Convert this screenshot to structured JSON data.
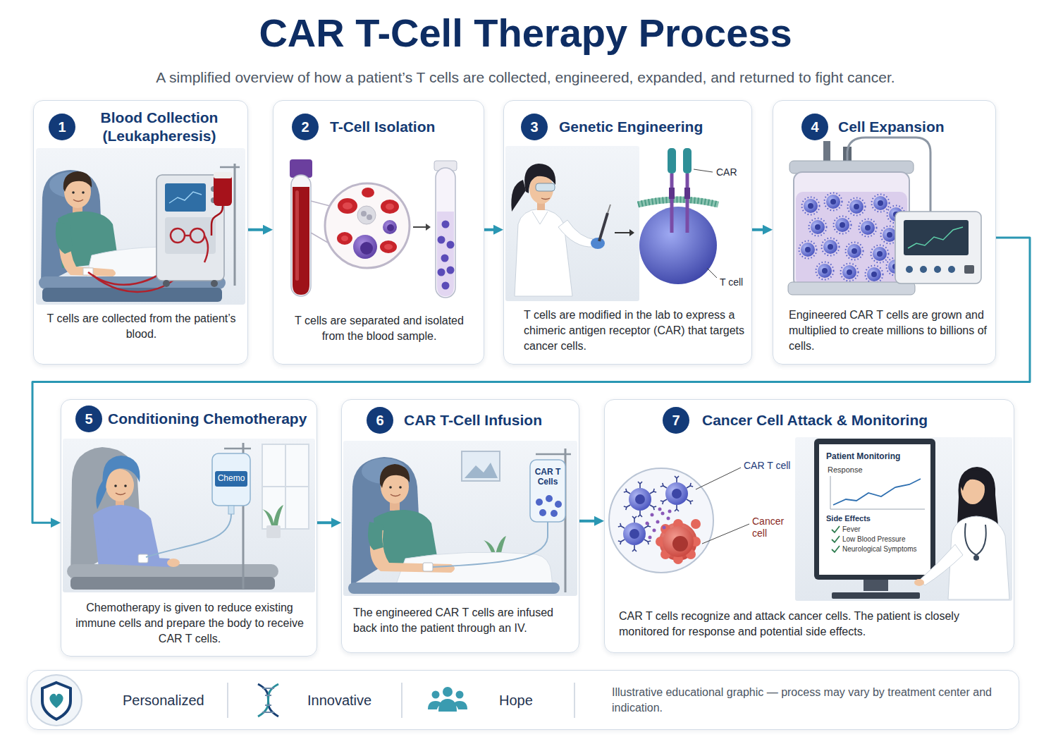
{
  "diagram": {
    "title": "CAR T-Cell Therapy Process",
    "caption": "A simplified overview of how a patient’s T cells are collected, engineered, expanded, and returned to fight cancer.",
    "nodes": [
      {
        "text": [
          "Blood Collection (Leukapheresis)",
          "T cells are collected from the patient’s blood."
        ]
      },
      {
        "text": [
          "1"
        ],
        "in": 0
      },
      {
        "text": [
          "T-Cell Isolation",
          "T cells are separated and isolated from the blood sample."
        ]
      },
      {
        "text": [
          "2"
        ],
        "in": 2
      },
      {
        "text": [
          "Genetic Engineering",
          "T cells are modified in the lab to express a chimeric antigen receptor (CAR) that targets cancer cells."
        ]
      },
      {
        "text": [
          "3"
        ],
        "in": 4
      },
      {
        "text": [
          "Cell Expansion",
          "Engineered CAR T cells are grown and multiplied to create millions to billions of cells."
        ]
      },
      {
        "text": [
          "4"
        ],
        "in": 6
      },
      {
        "text": [
          "Conditioning Chemotherapy",
          "Chemotherapy is given to reduce existing immune cells and prepare the body to receive CAR T cells."
        ]
      },
      {
        "text": [
          "5"
        ],
        "in": 8
      },
      {
        "text": [
          "CAR T-Cell Infusion",
          "The engineered CAR T cells are infused back into the patient through an IV."
        ]
      },
      {
        "text": [
          "6"
        ],
        "in": 10
      },
      {
        "text": [
          "Cancer Cell Attack & Monitoring",
          "CAR T cells recognize and attack cancer cells. The patient is closely monitored for response and potential side effects."
        ]
      },
      {
        "text": [
          "7"
        ],
        "in": 12
      },
      {
        "text": [
          "Personalized",
          "Innovative",
          "Hope",
          "Illustrative educational graphic — process may vary by treatment center and indication."
        ]
      }
    ],
    "edges": [
      {
        "from": 0,
        "to": 2,
        "arrow": "to"
      },
      {
        "from": 2,
        "to": 4,
        "arrow": "to"
      },
      {
        "from": 4,
        "to": 6,
        "arrow": "to"
      },
      {
        "from": 6,
        "to": 8,
        "arrow": "to"
      },
      {
        "from": 8,
        "to": 10,
        "arrow": "to"
      },
      {
        "from": 10,
        "to": 12,
        "arrow": "to"
      }
    ],
    "labels": [
      "CAR",
      "T cell",
      "Chemo",
      "CAR T Cells",
      "CAR T cell",
      "Cancer cell",
      "Patient Monitoring",
      "Response",
      "Side Effects",
      "Fever",
      "Low Blood Pressure",
      "Neurological Symptoms"
    ]
  }
}
